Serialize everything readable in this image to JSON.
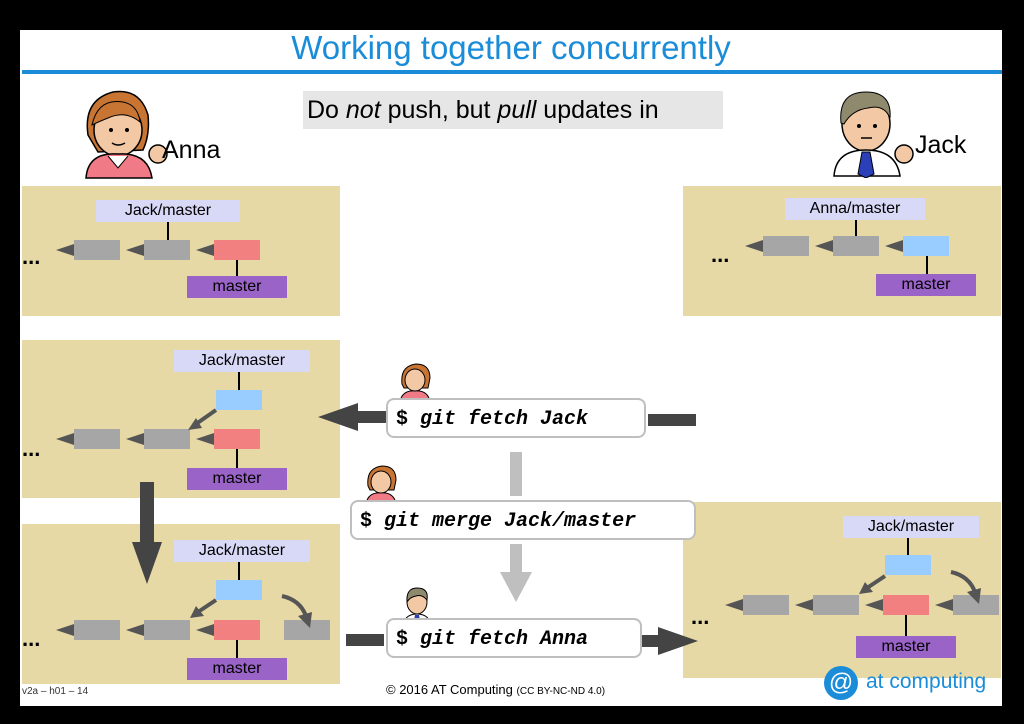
{
  "title": "Working together concurrently",
  "note": {
    "pre": "Do ",
    "em1": "not",
    "mid": " push, but ",
    "em2": "pull",
    "post": " updates in"
  },
  "people": {
    "anna": "Anna",
    "jack": "Jack"
  },
  "ellipsis": "...",
  "refs": {
    "jack_master": "Jack/master",
    "anna_master": "Anna/master",
    "master": "master"
  },
  "commands": {
    "fetch_jack": "git fetch Jack",
    "merge": "git merge Jack/master",
    "fetch_anna": "git fetch Anna",
    "prompt": "$"
  },
  "footer": {
    "version": "v2a – h01 – 14",
    "copyright": "© 2016 AT Computing",
    "license": "(CC BY-NC-ND 4.0)"
  },
  "brand": {
    "symbol": "@",
    "text": "at computing"
  },
  "colors": {
    "accent": "#1a8cd8",
    "panel": "#e6d9a5",
    "commit_gray": "#a6a6a6",
    "commit_red": "#f28080",
    "commit_blue": "#99ccff",
    "ref_remote": "#d8d8f7",
    "ref_local": "#9a63c7"
  }
}
